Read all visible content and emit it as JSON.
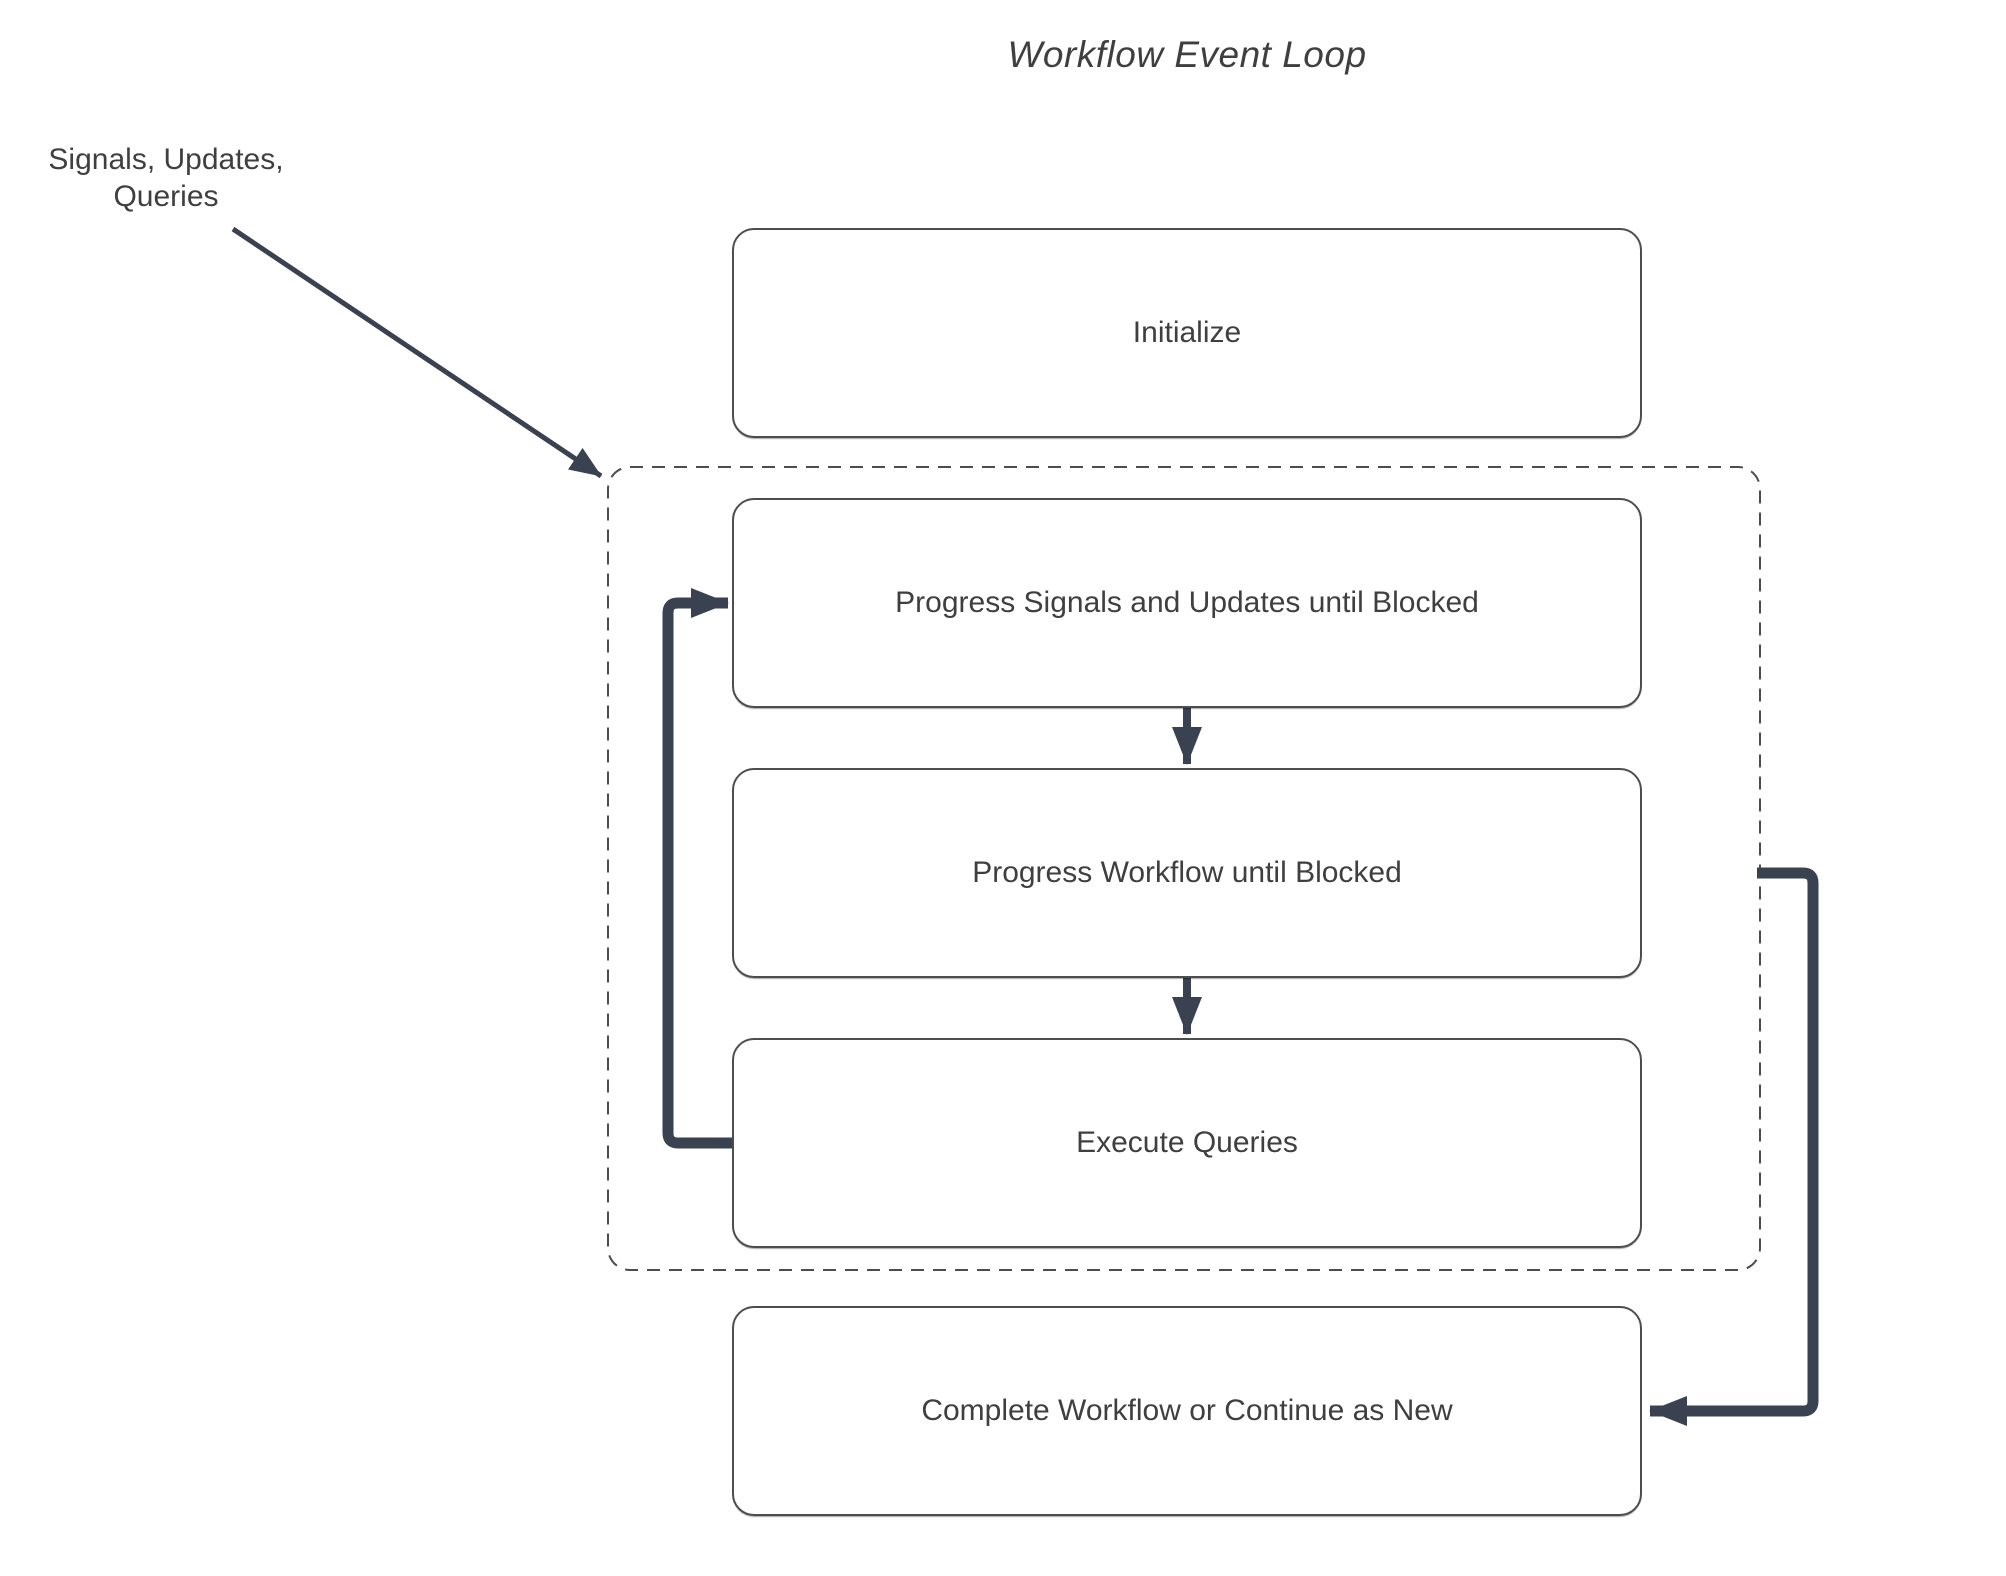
{
  "title": "Workflow Event Loop",
  "annotation": {
    "lines": [
      "Signals, Updates,",
      "Queries"
    ]
  },
  "nodes": {
    "initialize": {
      "label": "Initialize"
    },
    "progress_signals": {
      "label": "Progress Signals and Updates until Blocked"
    },
    "progress_workflow": {
      "label": "Progress Workflow until Blocked"
    },
    "execute_queries": {
      "label": "Execute Queries"
    },
    "complete": {
      "label": "Complete Workflow or Continue as New"
    }
  },
  "groups": {
    "event_loop": {
      "contains": [
        "progress_signals",
        "progress_workflow",
        "execute_queries"
      ],
      "style": "dashed"
    }
  },
  "edges": [
    {
      "from": "annotation",
      "to": "event_loop_group",
      "style": "thin-diagonal-arrow"
    },
    {
      "from": "progress_signals",
      "to": "progress_workflow",
      "style": "arrow"
    },
    {
      "from": "progress_workflow",
      "to": "execute_queries",
      "style": "arrow"
    },
    {
      "from": "execute_queries",
      "to": "progress_signals",
      "style": "thick-elbow-arrow"
    },
    {
      "from": "event_loop_group",
      "to": "complete",
      "style": "thick-elbow-arrow"
    }
  ],
  "colors": {
    "connector": "#3a4150",
    "box_border": "#4d4d4d",
    "text": "#3f3f3f",
    "background": "#ffffff"
  }
}
